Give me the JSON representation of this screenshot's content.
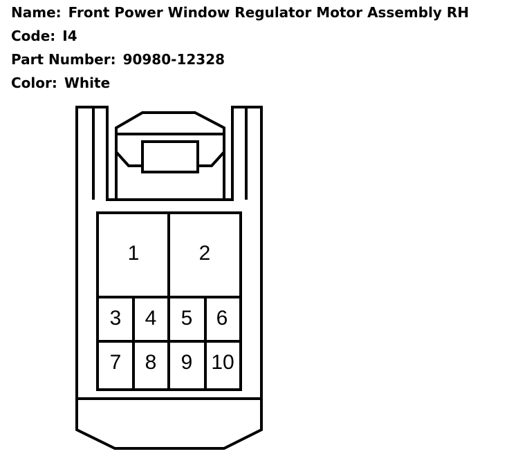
{
  "info": {
    "name_label": "Name:",
    "name_value": "Front Power Window Regulator Motor Assembly RH",
    "code_label": "Code:",
    "code_value": "I4",
    "part_label": "Part Number:",
    "part_value": "90980-12328",
    "color_label": "Color:",
    "color_value": "White"
  },
  "connector": {
    "pins": [
      "1",
      "2",
      "3",
      "4",
      "5",
      "6",
      "7",
      "8",
      "9",
      "10"
    ]
  }
}
